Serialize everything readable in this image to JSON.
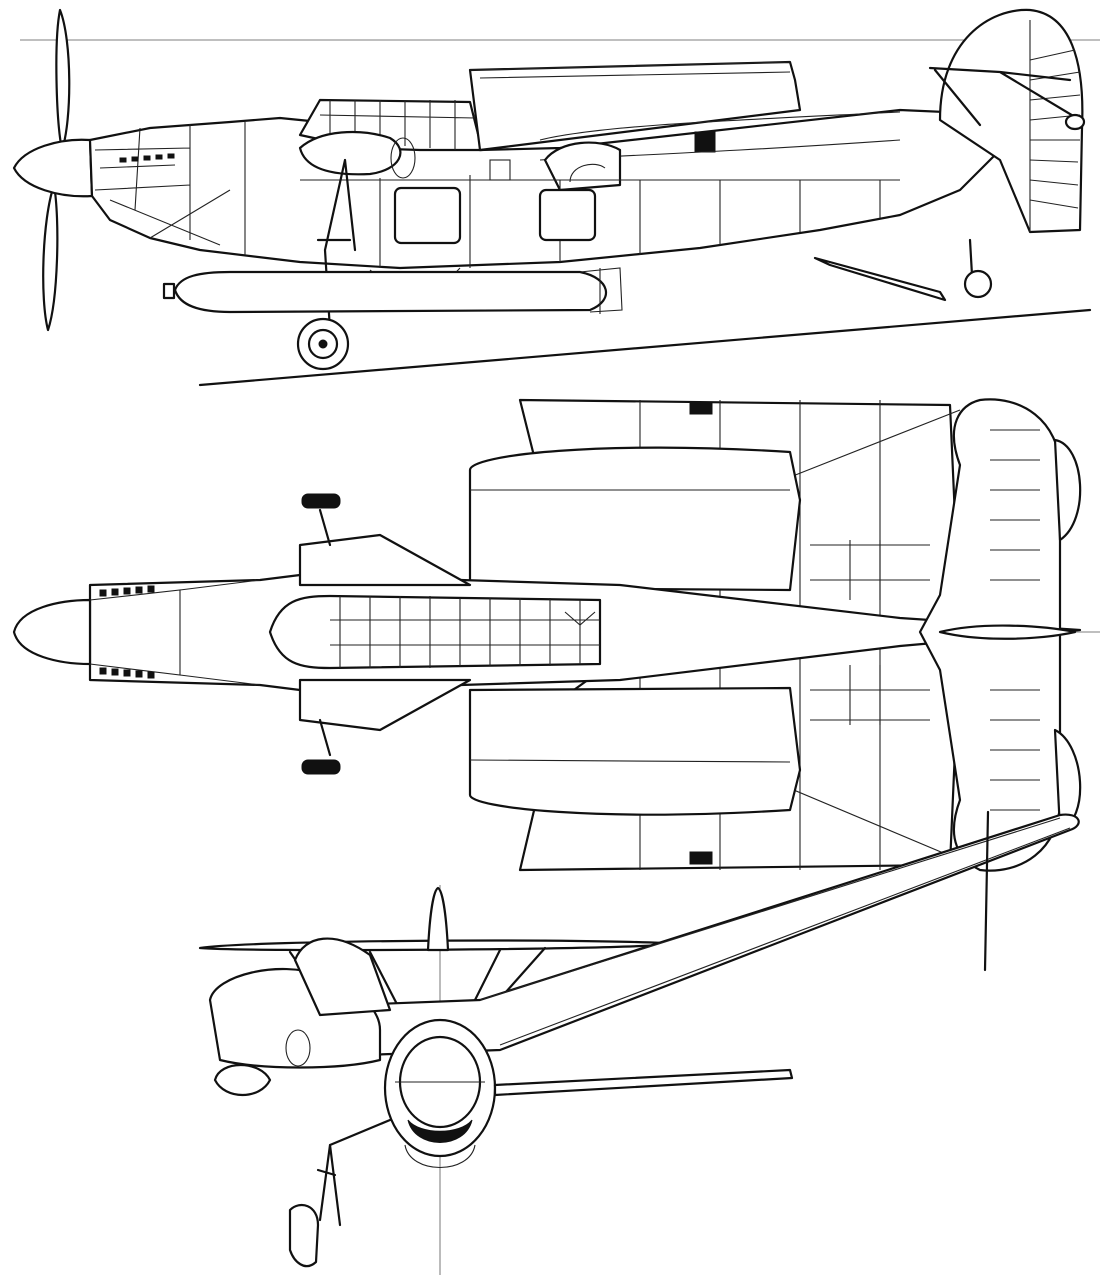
{
  "drawing": {
    "views": [
      "side-view",
      "top-view",
      "front-view"
    ],
    "line_color": "#111111",
    "background": "#ffffff"
  }
}
